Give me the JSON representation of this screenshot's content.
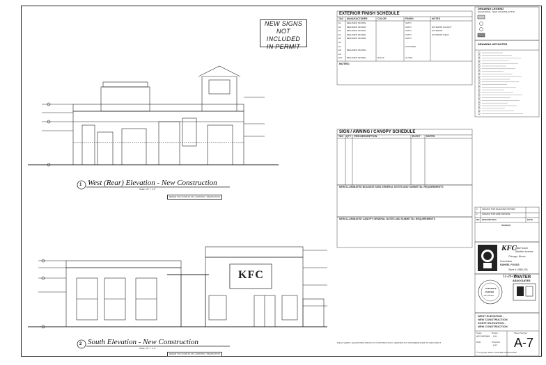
{
  "banner": {
    "lines": [
      "NEW SIGNS",
      "NOT INCLUDED",
      "IN PERMIT"
    ]
  },
  "west_elevation": {
    "title": "West (Rear) Elevation - New Construction",
    "scale": "Scale: 1/4\" = 1'-0\"",
    "ref": "REFER TO FLOOR PLAN • EXISTING / DEMOLITION",
    "number": "1"
  },
  "south_elevation": {
    "title": "South Elevation - New Construction",
    "scale": "Scale: 1/4\" = 1'-0\"",
    "ref": "REFER TO FLOOR PLAN • EXISTING / DEMOLITION",
    "number": "2"
  },
  "kfc_sign": "KFC",
  "finish_schedule": {
    "title": "EXTERIOR FINISH SCHEDULE",
    "headers": [
      "TAG",
      "MANUFACTURER",
      "COLOR",
      "FINISH",
      "NOTES"
    ],
    "rows": [
      [
        "E1",
        "BENJAMIN MOORE",
        "",
        "SATIN",
        ""
      ],
      [
        "E2",
        "BENJAMIN MOORE",
        "",
        "SATIN",
        "EXTERIOR ACCENT"
      ],
      [
        "E3",
        "BENJAMIN MOORE",
        "",
        "SATIN",
        "EXTERIOR"
      ],
      [
        "E4",
        "BENJAMIN MOORE",
        "",
        "SATIN",
        "EXTERIOR FIELD"
      ],
      [
        "E5",
        "BENJAMIN MOORE",
        "",
        "SATIN",
        ""
      ],
      [
        "E6",
        "",
        "",
        "",
        ""
      ],
      [
        "E7",
        "",
        "",
        "POLISHED",
        ""
      ],
      [
        "E8",
        "BENJAMIN MOORE",
        "",
        "",
        ""
      ],
      [
        "E9",
        "",
        "",
        "",
        ""
      ],
      [
        "E10",
        "BENJAMIN MOORE",
        "BLACK",
        "GLOSS",
        ""
      ]
    ],
    "notes_title": "NOTES:"
  },
  "sign_schedule": {
    "title": "SIGN / AWNING / CANOPY SCHEDULE",
    "headers": [
      "TAG",
      "QTY",
      "ITEM DESCRIPTION",
      "ELECT",
      "NOTES"
    ]
  },
  "building_sign_notes_title": "NEW ILLUMINATED BUILDING SIGN GENERAL NOTES AND SUBMITTAL REQUIREMENTS",
  "canopy_sign_notes_title": "NEW ILLUMINATED CANOPY GENERAL NOTES AND SUBMITTAL REQUIREMENTS",
  "legend": {
    "title": "DRAWING LEGEND",
    "subtitle": "ELEVATIONS - NEW CONSTRUCTION"
  },
  "keynotes": {
    "title": "DRAWING KEYNOTES",
    "count": 24
  },
  "revisions": {
    "rows": [
      [
        "2",
        "ISSUED FOR BUILDING PERMIT"
      ],
      [
        "1",
        "ISSUED FOR KBE REVIEW"
      ]
    ],
    "headers": [
      "NO.",
      "DESCRIPTION",
      "DATE"
    ],
    "issue_label": "ISSUE(S)"
  },
  "project": {
    "brand": "KFC",
    "address1": "8862 South",
    "address2": "Western Avenue",
    "city": "Chicago, Illinois",
    "franchisee_label": "Franchisee",
    "franchisee": "RAHEEL FOODS",
    "store": "Store # U585-036"
  },
  "architect": {
    "name": "PANTER",
    "name2": "ASSOCIATES",
    "stamp_lines": [
      "STEVEN M.",
      "PANTER",
      "001-02467"
    ],
    "date": "11-26-08"
  },
  "sheet": {
    "title_lines": [
      "WEST ELEVATION -",
      "NEW CONSTRUCTION",
      "SOUTH ELEVATION -",
      "NEW CONSTRUCTION"
    ],
    "number_label": "Sheet Number",
    "number": "A-7",
    "field_labels": [
      "Scale",
      "Drawn",
      "Date",
      "Checked"
    ],
    "field_values": [
      "AS SHOWN",
      "K.K.",
      "",
      "S.P."
    ],
    "copyright": "© Copyright 2008 • PANTER ASSOCIATES"
  },
  "field_note": "FIELD VERIFY ELEVATIONS PRIOR TO CONSTRUCTION • REPORT ANY DISCREPANCIES TO ARCHITECT"
}
